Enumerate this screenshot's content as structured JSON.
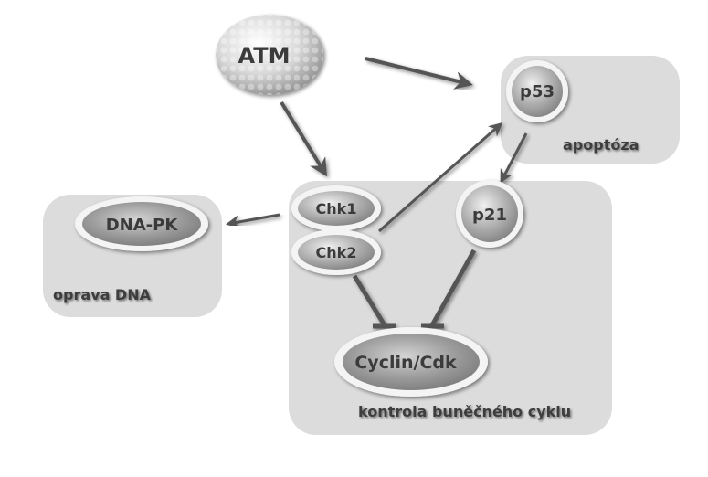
{
  "nodes": {
    "atm": "ATM",
    "p53": "p53",
    "dnapk": "DNA-PK",
    "chk1": "Chk1",
    "chk2": "Chk2",
    "p21": "p21",
    "cyclin_cdk": "Cyclin/Cdk"
  },
  "regions": {
    "apoptosis": "apoptóza",
    "dna_repair": "oprava DNA",
    "cell_cycle": "kontrola buněčného cyklu"
  },
  "edges": [
    {
      "from": "ATM",
      "to": "p53",
      "type": "activation"
    },
    {
      "from": "ATM",
      "to": "Chk1/Chk2",
      "type": "activation"
    },
    {
      "from": "Chk1/Chk2",
      "to": "DNA-PK",
      "type": "activation"
    },
    {
      "from": "Chk2",
      "to": "p53",
      "type": "activation"
    },
    {
      "from": "p53",
      "to": "p21",
      "type": "activation"
    },
    {
      "from": "Chk2",
      "to": "Cyclin/Cdk",
      "type": "inhibition"
    },
    {
      "from": "p21",
      "to": "Cyclin/Cdk",
      "type": "inhibition"
    }
  ],
  "colors": {
    "region_fill": "#dcdcdc",
    "node_light": "#f2f2f2",
    "node_dark": "#8a8a8a",
    "arrow": "#5a5a5a",
    "text": "#3a3a3a"
  }
}
